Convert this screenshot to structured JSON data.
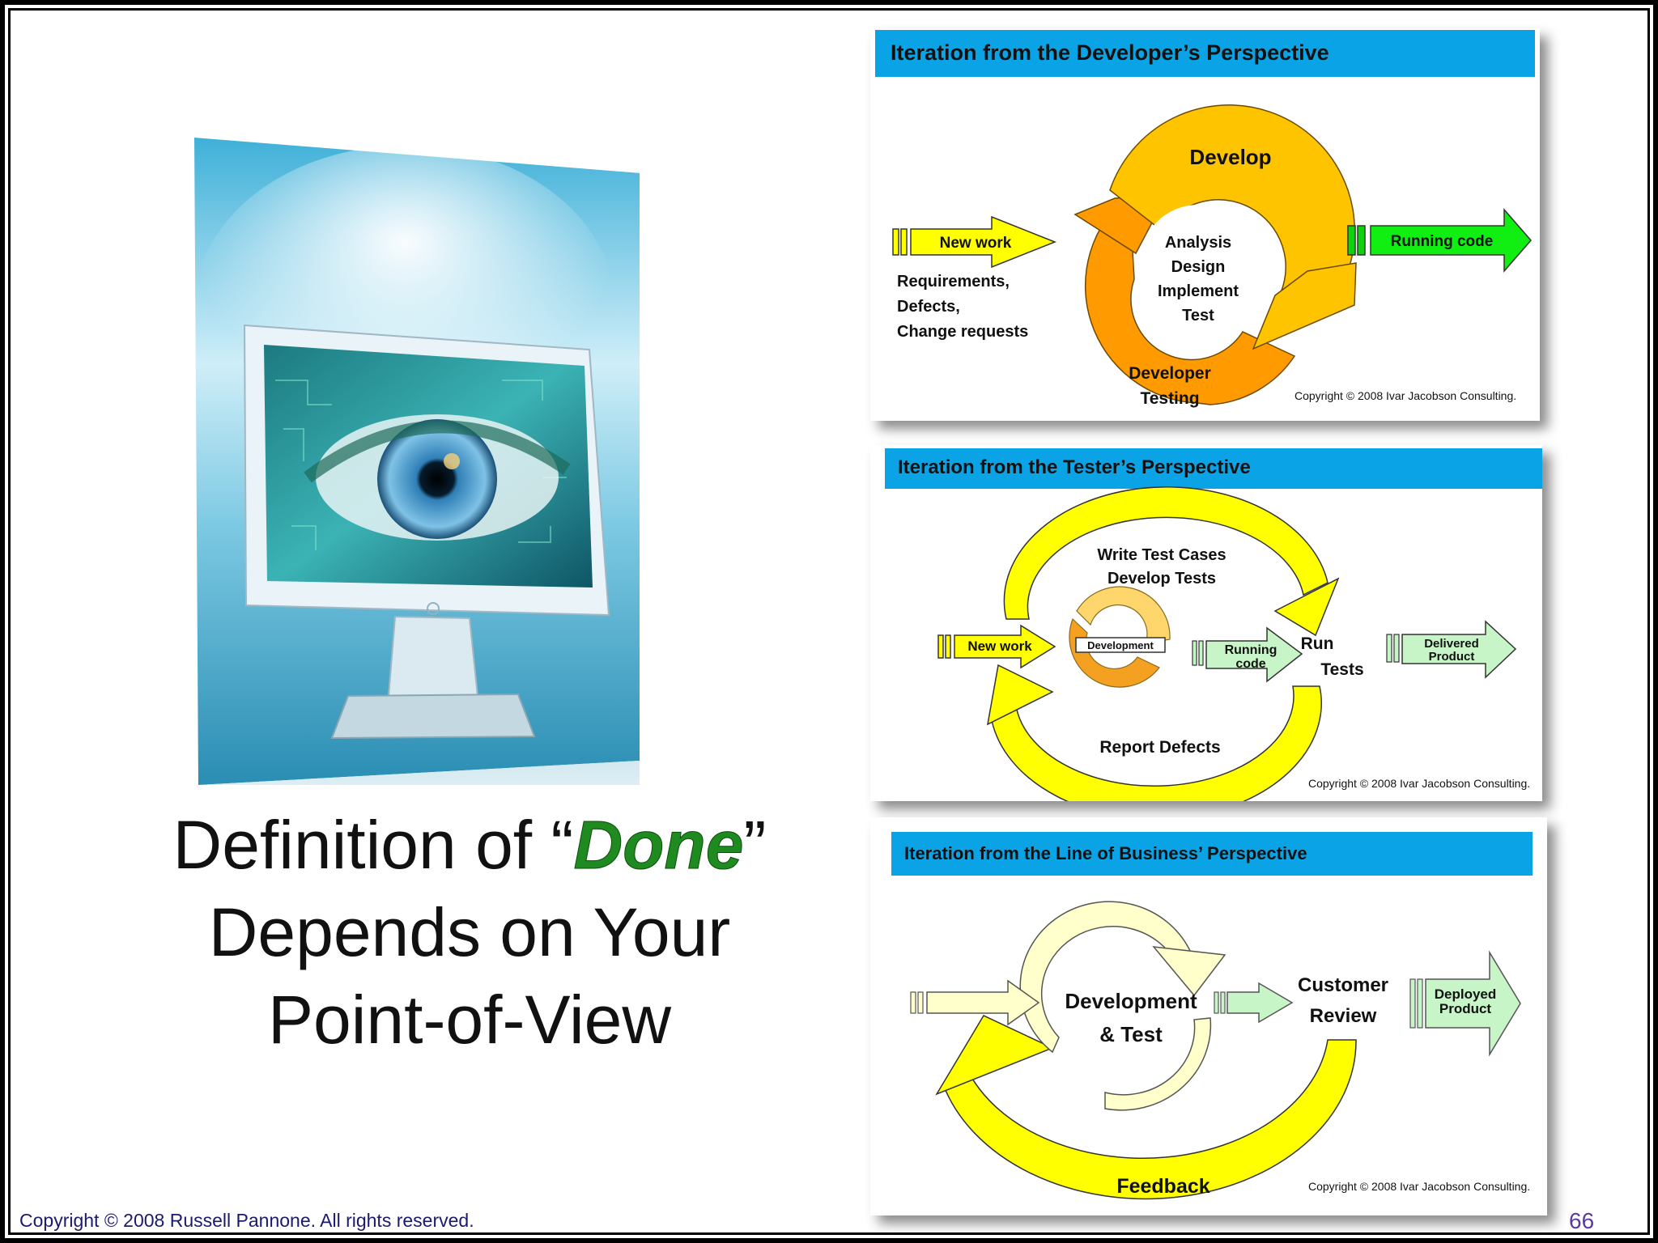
{
  "slide": {
    "title_line1_pre": "Definition of “",
    "title_line1_emph": "Done",
    "title_line1_post": "”",
    "title_line2": "Depends on Your",
    "title_line3": "Point-of-View",
    "footer": "Copyright © 2008 Russell Pannone. All rights reserved.",
    "page_number": "66"
  },
  "developer_panel": {
    "header": "Iteration from the Developer’s Perspective",
    "input_label": "New work",
    "input_lines": [
      "Requirements,",
      "Defects,",
      "Change requests"
    ],
    "cycle_top": "Develop",
    "cycle_bottom_1": "Developer",
    "cycle_bottom_2": "Testing",
    "center_lines": [
      "Analysis",
      "Design",
      "Implement",
      "Test"
    ],
    "output_label": "Running code",
    "copyright": "Copyright © 2008 Ivar Jacobson Consulting."
  },
  "tester_panel": {
    "header": "Iteration from the Tester’s Perspective",
    "input_label": "New work",
    "inner_label": "Development",
    "top_line1": "Write Test Cases",
    "top_line2": "Develop Tests",
    "mid_arrow_1": "Running",
    "mid_arrow_2": "code",
    "run_1": "Run",
    "run_2": "Tests",
    "output_1": "Delivered",
    "output_2": "Product",
    "bottom_label": "Report Defects",
    "copyright": "Copyright © 2008 Ivar Jacobson Consulting."
  },
  "business_panel": {
    "header": "Iteration from the Line of Business’ Perspective",
    "center_1": "Development",
    "center_2": "& Test",
    "review_1": "Customer",
    "review_2": "Review",
    "output_1": "Deployed",
    "output_2": "Product",
    "feedback": "Feedback",
    "copyright": "Copyright © 2008 Ivar Jacobson Consulting."
  }
}
